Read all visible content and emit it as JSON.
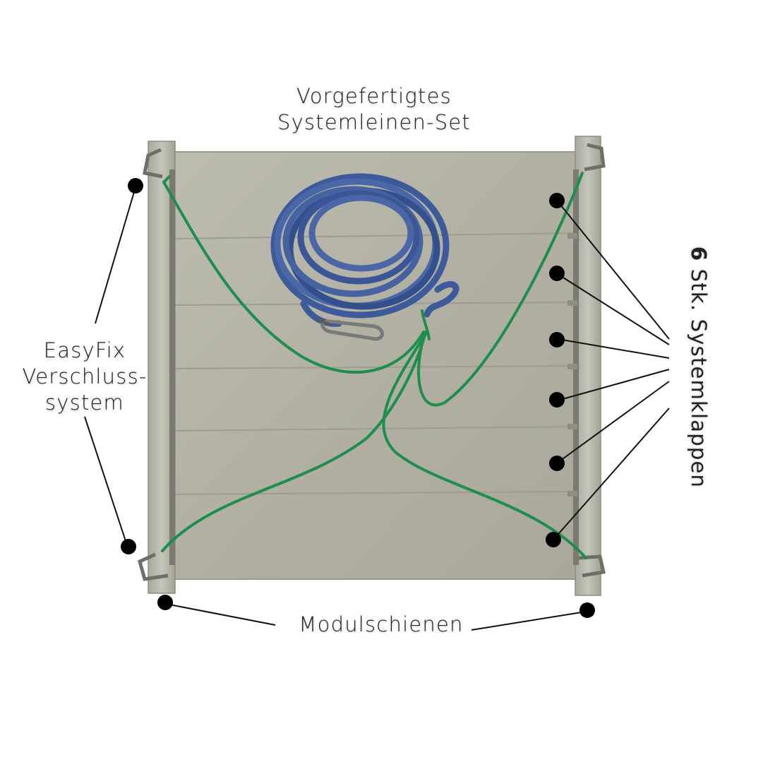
{
  "labels": {
    "rope_set_line1": "Vorgefertigtes",
    "rope_set_line2": "Systemleinen-Set",
    "easyfix_line1": "EasyFix",
    "easyfix_line2": "Verschluss-",
    "easyfix_line3": "system",
    "rails": "Modulschienen",
    "flaps_count": "6",
    "flaps_text": " Stk. Systemklappen"
  },
  "colors": {
    "board": "#b4b3a6",
    "rope_main": "#3d5a9a",
    "rope_cord": "#1e8e4e",
    "marker": "#000000"
  },
  "icons": [
    "carabiner-icon",
    "d-ring-icon"
  ]
}
